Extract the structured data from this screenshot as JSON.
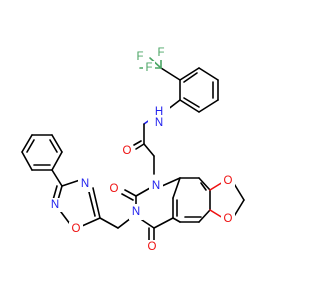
{
  "atoms": {
    "F1": "F",
    "F2": "F",
    "F3": "F",
    "N_amide": "N",
    "H_amide": "H",
    "O_amide": "O",
    "N_q1": "N",
    "N_q3": "N",
    "O_c2": "O",
    "O_c4": "O",
    "O_d1": "O",
    "O_d2": "O",
    "N_ox2": "N",
    "O_ox1": "O",
    "N_ox4": "N"
  },
  "colors": {
    "carbon": "#000000",
    "nitrogen": "#2222ee",
    "oxygen": "#ee1111",
    "fluorine": "#4aa564"
  }
}
